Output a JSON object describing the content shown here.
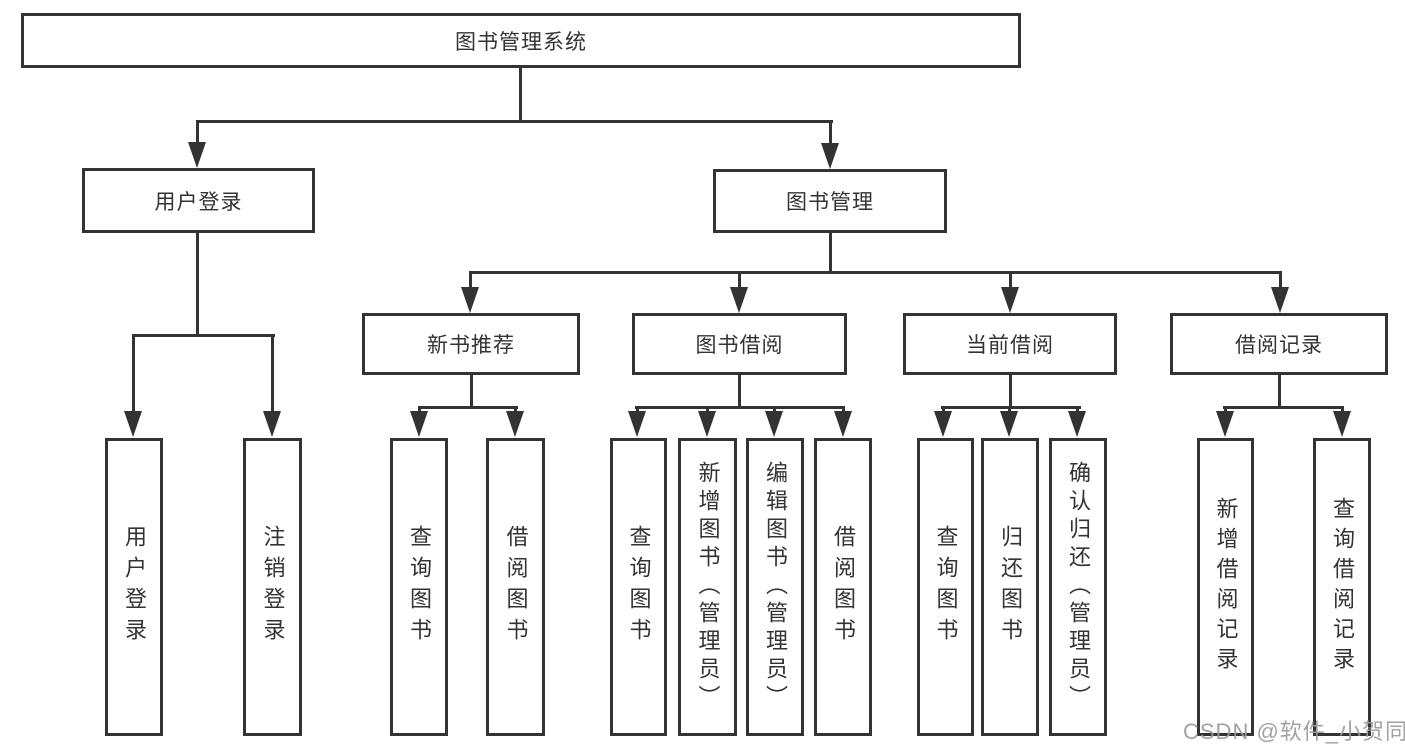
{
  "colors": {
    "line": "#333333",
    "text": "#333333",
    "background": "#ffffff",
    "watermark": "#9a9a9a"
  },
  "tree": {
    "root": {
      "label": "图书管理系统"
    },
    "branches": [
      {
        "label": "用户登录",
        "leaves": [
          {
            "label": "用户登录"
          },
          {
            "label": "注销登录"
          }
        ]
      },
      {
        "label": "图书管理",
        "groups": [
          {
            "label": "新书推荐",
            "leaves": [
              {
                "label": "查询图书"
              },
              {
                "label": "借阅图书"
              }
            ]
          },
          {
            "label": "图书借阅",
            "leaves": [
              {
                "label": "查询图书"
              },
              {
                "label": "新增图书（管理员）"
              },
              {
                "label": "编辑图书（管理员）"
              },
              {
                "label": "借阅图书"
              }
            ]
          },
          {
            "label": "当前借阅",
            "leaves": [
              {
                "label": "查询图书"
              },
              {
                "label": "归还图书"
              },
              {
                "label": "确认归还（管理员）"
              }
            ]
          },
          {
            "label": "借阅记录",
            "leaves": [
              {
                "label": "新增借阅记录"
              },
              {
                "label": "查询借阅记录"
              }
            ]
          }
        ]
      }
    ]
  },
  "watermark": {
    "text": "CSDN @软件_小贺同学"
  }
}
